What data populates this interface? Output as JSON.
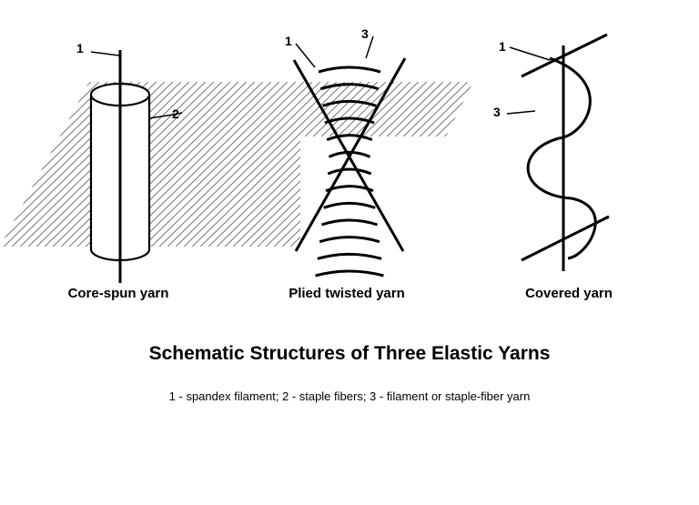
{
  "diagram": {
    "numbers": {
      "spandex": "1",
      "staple": "2",
      "wrap": "3"
    },
    "captions": {
      "core_spun": "Core-spun yarn",
      "plied": "Plied twisted yarn",
      "covered": "Covered yarn"
    },
    "title": "Schematic Structures of Three Elastic Yarns",
    "legend": "1 - spandex filament; 2 - staple fibers; 3 - filament or staple-fiber yarn"
  }
}
